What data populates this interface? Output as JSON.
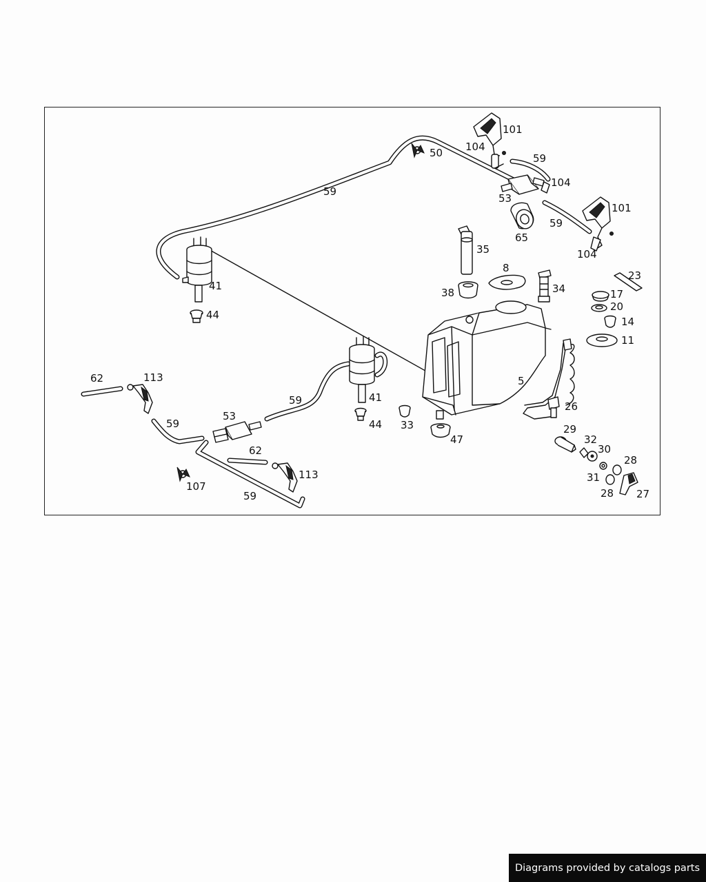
{
  "diagram": {
    "callouts": {
      "n101a": "101",
      "n104a": "104",
      "n59a": "59",
      "n50": "50",
      "n104b": "104",
      "n53a": "53",
      "n59b": "59",
      "n101b": "101",
      "n59c": "59",
      "n65": "65",
      "n104c": "104",
      "n35": "35",
      "n8": "8",
      "n23": "23",
      "n41a": "41",
      "n38": "38",
      "n34": "34",
      "n17": "17",
      "n44a": "44",
      "n20": "20",
      "n14": "14",
      "n11": "11",
      "n62a": "62",
      "n113a": "113",
      "n5": "5",
      "n59d": "59",
      "n41b": "41",
      "n26": "26",
      "n53b": "53",
      "n59e": "59",
      "n44b": "44",
      "n33": "33",
      "n29": "29",
      "n47": "47",
      "n32": "32",
      "n62b": "62",
      "n30": "30",
      "n28a": "28",
      "n113b": "113",
      "n31": "31",
      "n107": "107",
      "n28b": "28",
      "n27": "27",
      "n59f": "59"
    }
  },
  "footer": {
    "credit": "Diagrams provided by catalogs parts"
  }
}
